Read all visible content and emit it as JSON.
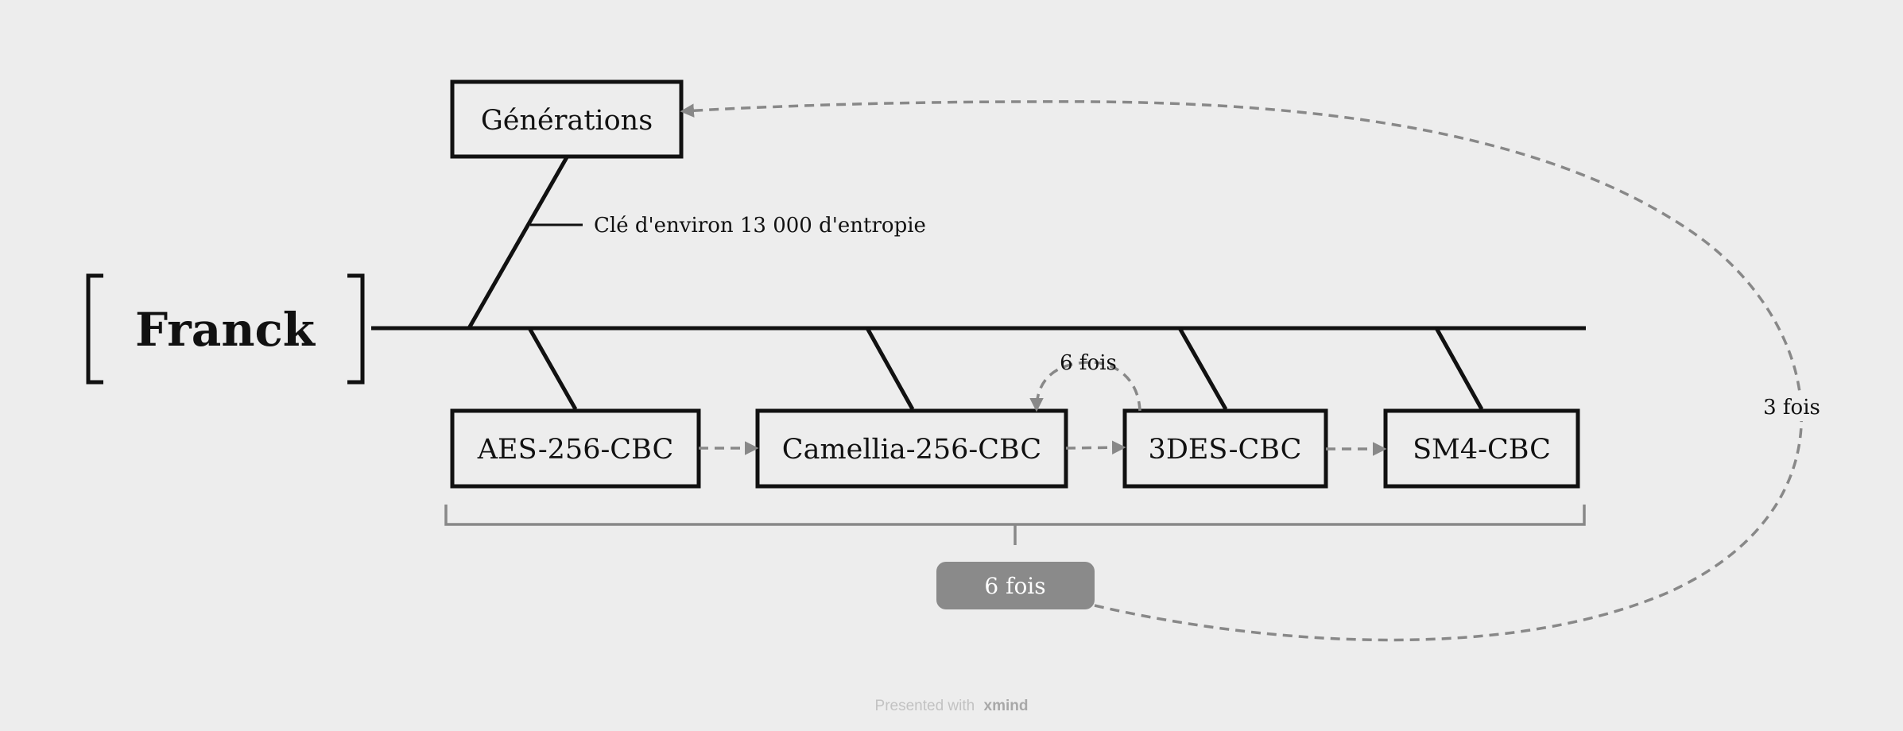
{
  "central_topic": "Franck",
  "top_branch": {
    "label": "Générations",
    "detail": "Clé d'environ 13 000 d'entropie"
  },
  "bottom_branches": [
    {
      "label": "AES-256-CBC"
    },
    {
      "label": "Camellia-256-CBC"
    },
    {
      "label": "3DES-CBC"
    },
    {
      "label": "SM4-CBC"
    }
  ],
  "relationships": {
    "loop_inner_label": "6 fois",
    "loop_outer_label": "3 fois"
  },
  "summary": {
    "label": "6 fois"
  },
  "colors": {
    "background": "#ededed",
    "line": "#111111",
    "relationship": "#888888",
    "summary_badge": "#8a8a8a"
  },
  "footer": {
    "prefix": "Presented with",
    "brand": "xmind"
  }
}
